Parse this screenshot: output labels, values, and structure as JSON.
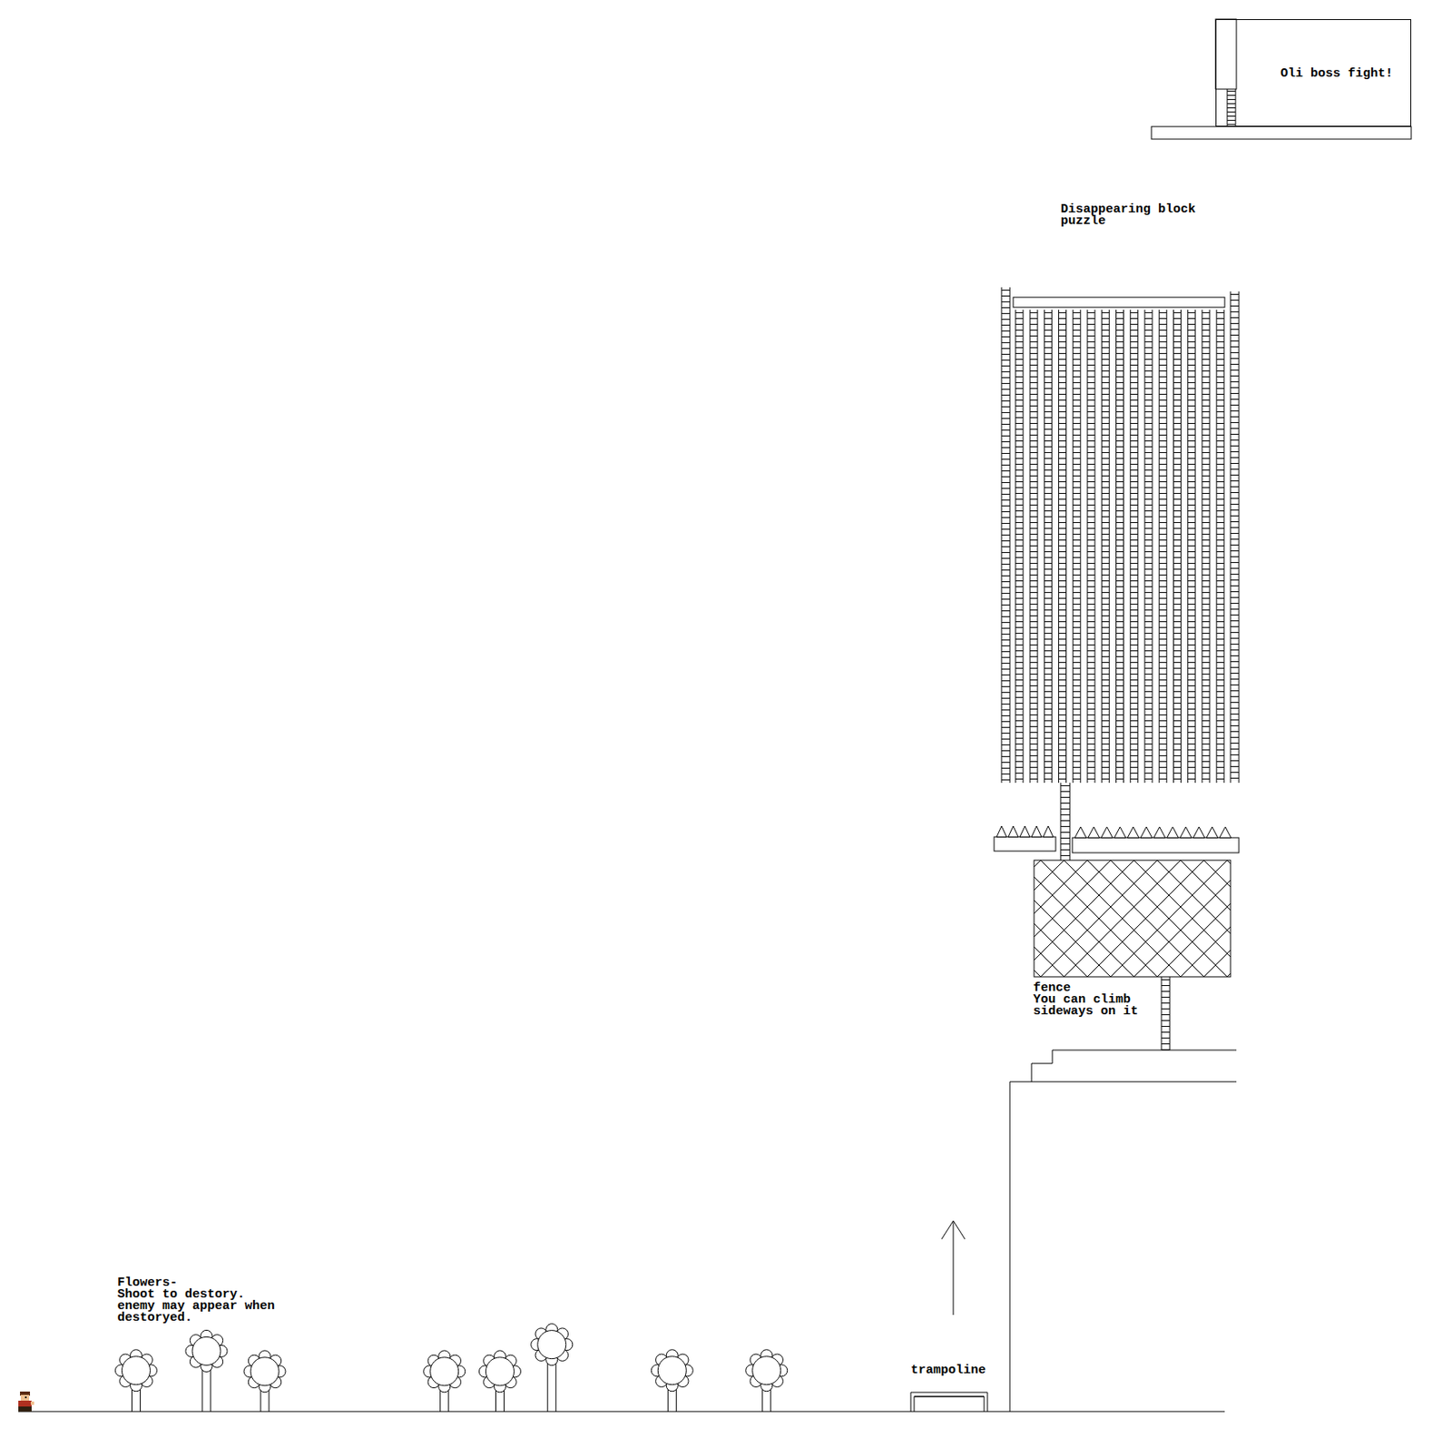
{
  "diagram": {
    "nodes": [
      {
        "text": [
          "Oli boss fight!"
        ]
      }
    ],
    "labels": [
      "Disappearing block puzzle",
      "fence You can climb sideways on it",
      "Flowers- Shoot to destory. enemy may appear when destoryed.",
      "trampoline"
    ]
  }
}
